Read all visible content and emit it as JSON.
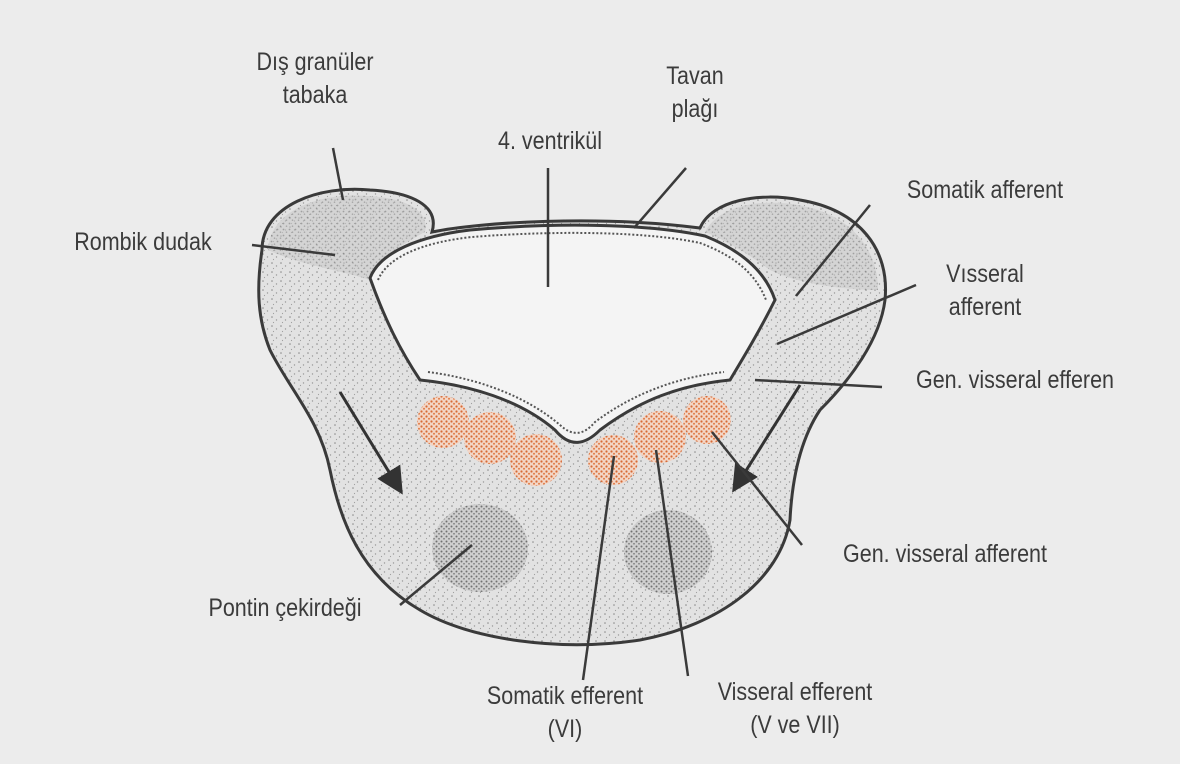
{
  "labels": {
    "dis_granuler_tabaka": [
      "Dış granüler",
      "tabaka"
    ],
    "tavan_plagi": [
      "Tavan",
      "plağı"
    ],
    "ventrikul": "4. ventrikül",
    "somatik_afferent": "Somatik afferent",
    "rombik_dudak": "Rombik dudak",
    "visseral_afferent": [
      "Vısseral",
      "afferent"
    ],
    "gen_visseral_efferen": "Gen. visseral efferen",
    "gen_visseral_afferent": "Gen. visseral afferent",
    "pontin_cekirdegi": "Pontin çekirdeği",
    "somatik_efferent": [
      "Somatik efferent",
      "(VI)"
    ],
    "visseral_efferent": [
      "Visseral efferent",
      "(V ve VII)"
    ]
  },
  "colors": {
    "background": "#ececec",
    "tissue": "#d9d9d9",
    "outline": "#3a3a3a",
    "nuclei": "#d9703e",
    "pontine": "#6a6a6a",
    "ventricle": "#f4f4f4"
  }
}
